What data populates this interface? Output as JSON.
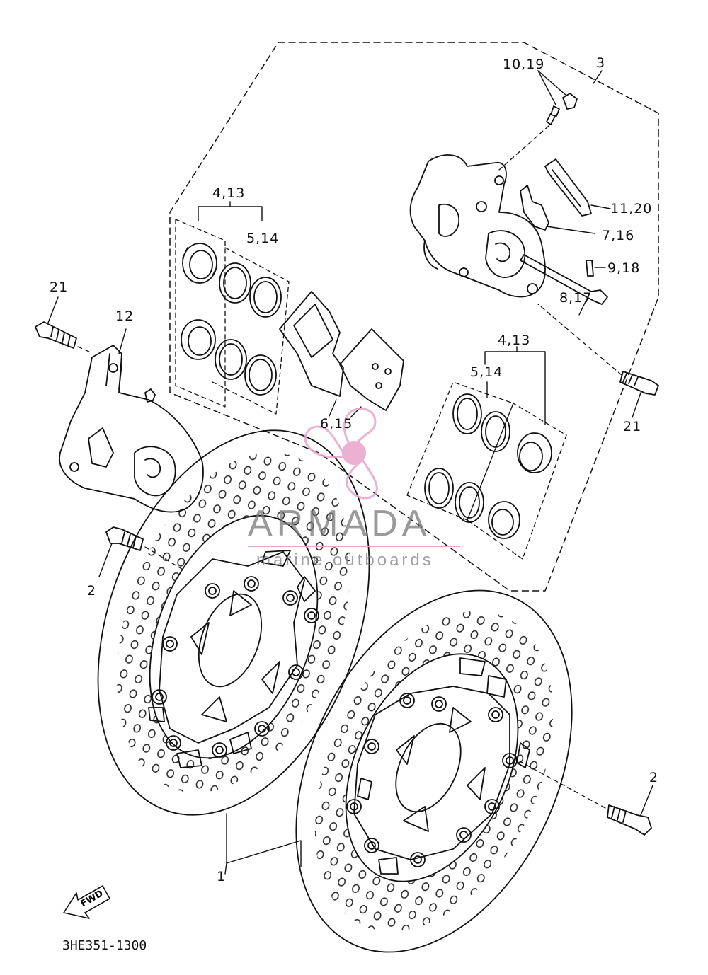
{
  "diagram": {
    "drawing_code": "3HE351-1300",
    "fwd_label": "FWD",
    "callouts": {
      "c1": "1",
      "c2_left": "2",
      "c2_right": "2",
      "c3": "3",
      "c4_13_left": "4,13",
      "c5_14_left": "5,14",
      "c4_13_right": "4,13",
      "c5_14_right": "5,14",
      "c6_15": "6,15",
      "c7_16": "7,16",
      "c8_17": "8,17",
      "c9_18": "9,18",
      "c10_19": "10,19",
      "c11_20": "11,20",
      "c12": "12",
      "c21_left": "21",
      "c21_right": "21"
    }
  },
  "watermark": {
    "title": "ARMADA",
    "subtitle": "marine outboards",
    "logo_color": "#e9a3cc"
  }
}
